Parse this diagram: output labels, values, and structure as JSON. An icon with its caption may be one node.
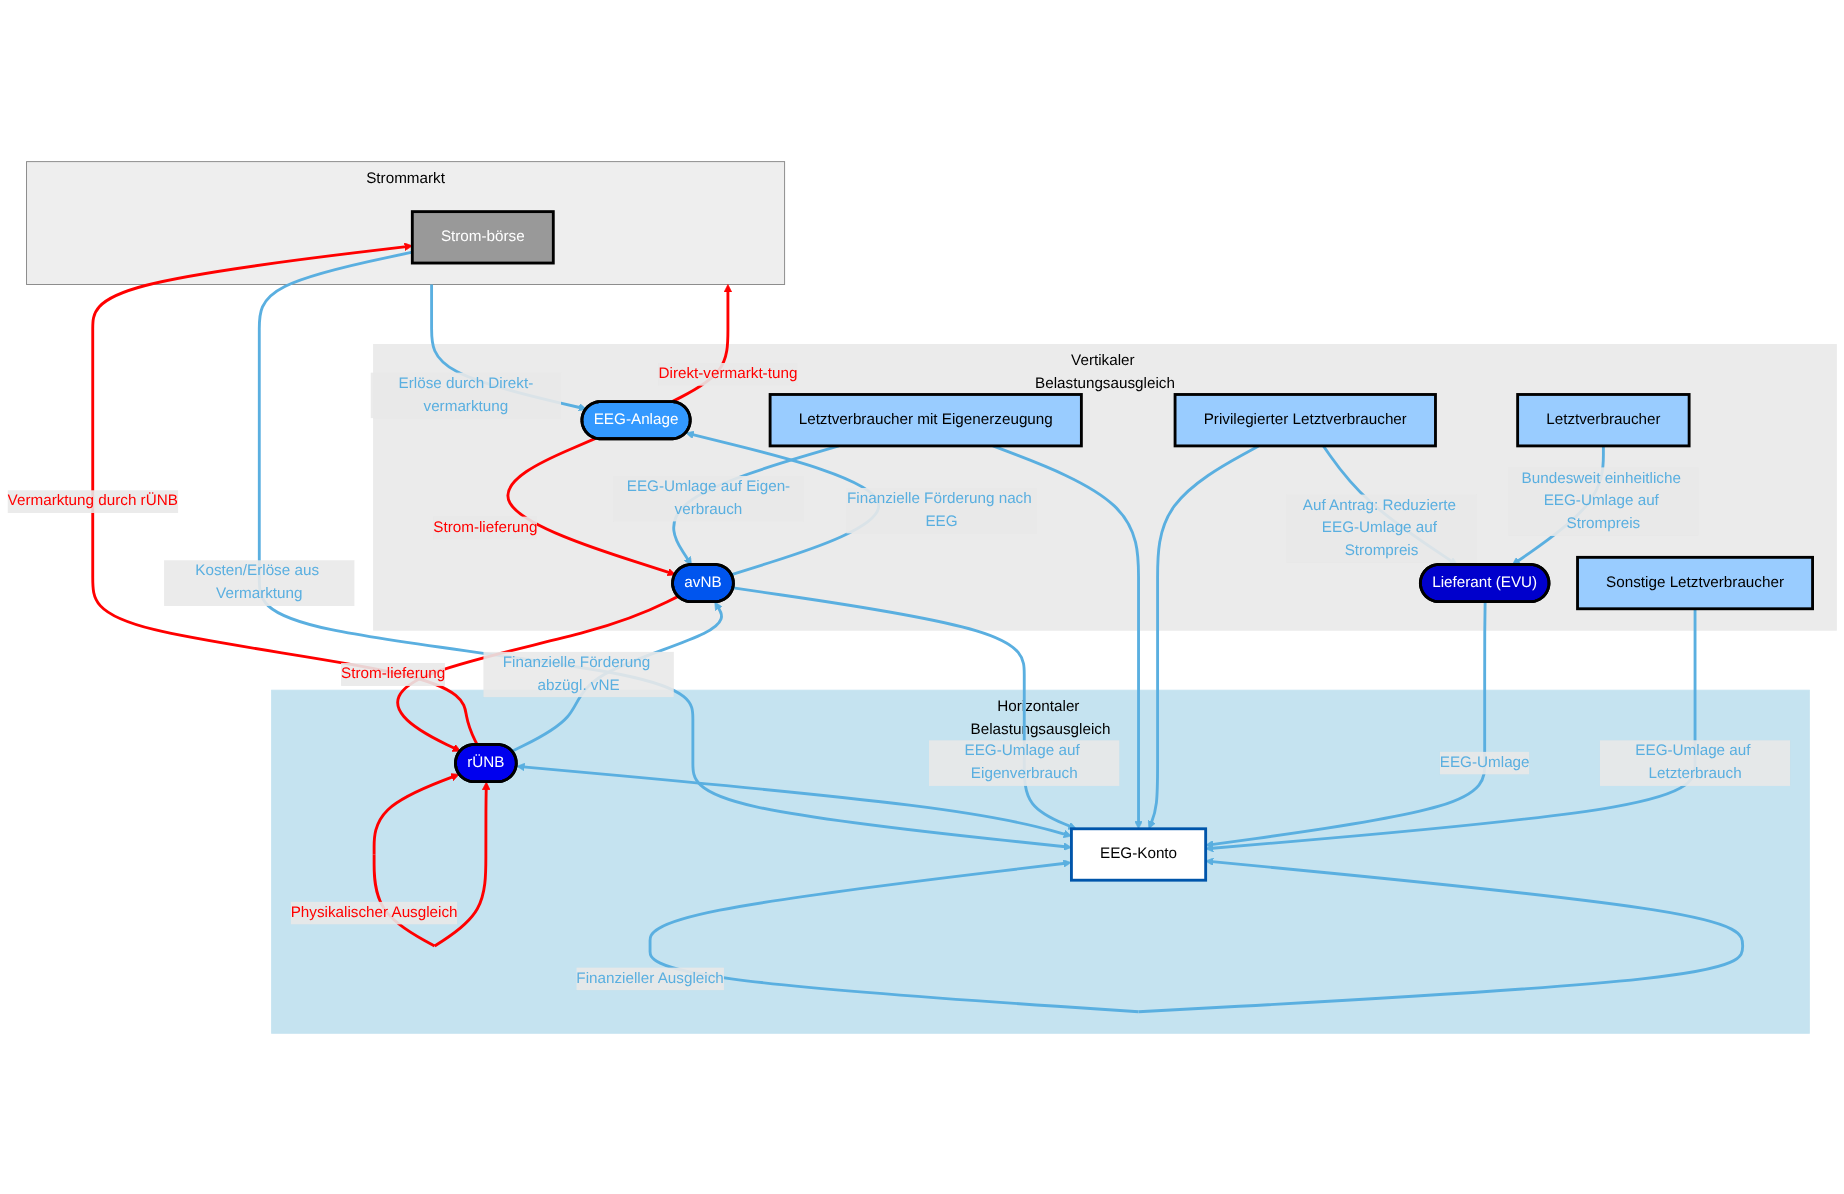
{
  "diagram": {
    "nodes": [
      {
        "text": [
          "Strommarkt"
        ]
      },
      {
        "text": [
          "Strom-börse"
        ],
        "in": 0
      },
      {
        "text": [
          "Horizontaler Belastungsausgleich"
        ]
      },
      {
        "text": [
          "rÜNB"
        ],
        "in": 2
      },
      {
        "text": [
          "EEG-Konto"
        ],
        "in": 2
      },
      {
        "text": [
          "Vertikaler Belastungsausgleich"
        ]
      },
      {
        "text": [
          "avNB"
        ],
        "in": 5
      },
      {
        "text": [
          "EEG-Anlage"
        ],
        "in": 5
      },
      {
        "text": [
          "Sonstige Letztverbraucher"
        ],
        "in": 5
      },
      {
        "text": [
          "Lieferant (EVU)"
        ],
        "in": 5
      },
      {
        "text": [
          "Letztverbraucher mit Eigenerzeugung"
        ],
        "in": 5
      },
      {
        "text": [
          "Privilegierter Letztverbraucher"
        ],
        "in": 5
      },
      {
        "text": [
          "Letztverbraucher"
        ],
        "in": 5
      }
    ],
    "edges": [
      {
        "from": 1,
        "to": 4,
        "arrow": "to",
        "label": "Kosten/Erlöse aus Vermarktung"
      },
      {
        "from": 3,
        "to": 1,
        "arrow": "to",
        "label": "Vermarktung durch rÜNB",
        "color": "#ff0000"
      },
      {
        "from": 3,
        "to": 3,
        "arrow": "both",
        "label": "Physikalischer Ausgleich",
        "color": "#ff0000"
      },
      {
        "from": 4,
        "to": 4,
        "arrow": "both",
        "label": "Finanzieller Ausgleich"
      },
      {
        "from": 3,
        "to": 4,
        "arrow": "both"
      },
      {
        "from": 7,
        "to": 0,
        "arrow": "to",
        "label": "Direkt-vermarkt-tung",
        "color": "#ff0000"
      },
      {
        "from": 0,
        "to": 7,
        "arrow": "to",
        "label": "Erlöse durch Direkt-vermarktung"
      },
      {
        "from": 6,
        "to": 3,
        "arrow": "to",
        "label": "Strom-lieferung",
        "color": "#ff0000"
      },
      {
        "from": 3,
        "to": 6,
        "arrow": "to",
        "label": "Finanzielle Förderung abzügl. vNE"
      },
      {
        "from": 7,
        "to": 6,
        "arrow": "to",
        "label": "Strom-lieferung",
        "color": "#ff0000"
      },
      {
        "from": 6,
        "to": 7,
        "arrow": "to",
        "label": "Finanzielle Förderung nach EEG"
      },
      {
        "from": 6,
        "to": 4,
        "arrow": "to",
        "label": "EEG-Umlage auf Eigenverbrauch"
      },
      {
        "from": 10,
        "to": 6,
        "arrow": "to",
        "label": "EEG-Umlage auf Eigen-verbrauch"
      },
      {
        "from": 10,
        "to": 4,
        "arrow": "to"
      },
      {
        "from": 11,
        "to": 4,
        "arrow": "to"
      },
      {
        "from": 11,
        "to": 9,
        "arrow": "to",
        "label": "Auf Antrag: Reduzierte EEG-Umlage auf Strompreis"
      },
      {
        "from": 12,
        "to": 9,
        "arrow": "to",
        "label": "Bundesweit einheitliche EEG-Umlage auf Strompreis"
      },
      {
        "from": 9,
        "to": 4,
        "arrow": "to",
        "label": "EEG-Umlage"
      },
      {
        "from": 8,
        "to": 4,
        "arrow": "to",
        "label": "EEG-Umlage auf Letzterbrauch"
      }
    ]
  }
}
